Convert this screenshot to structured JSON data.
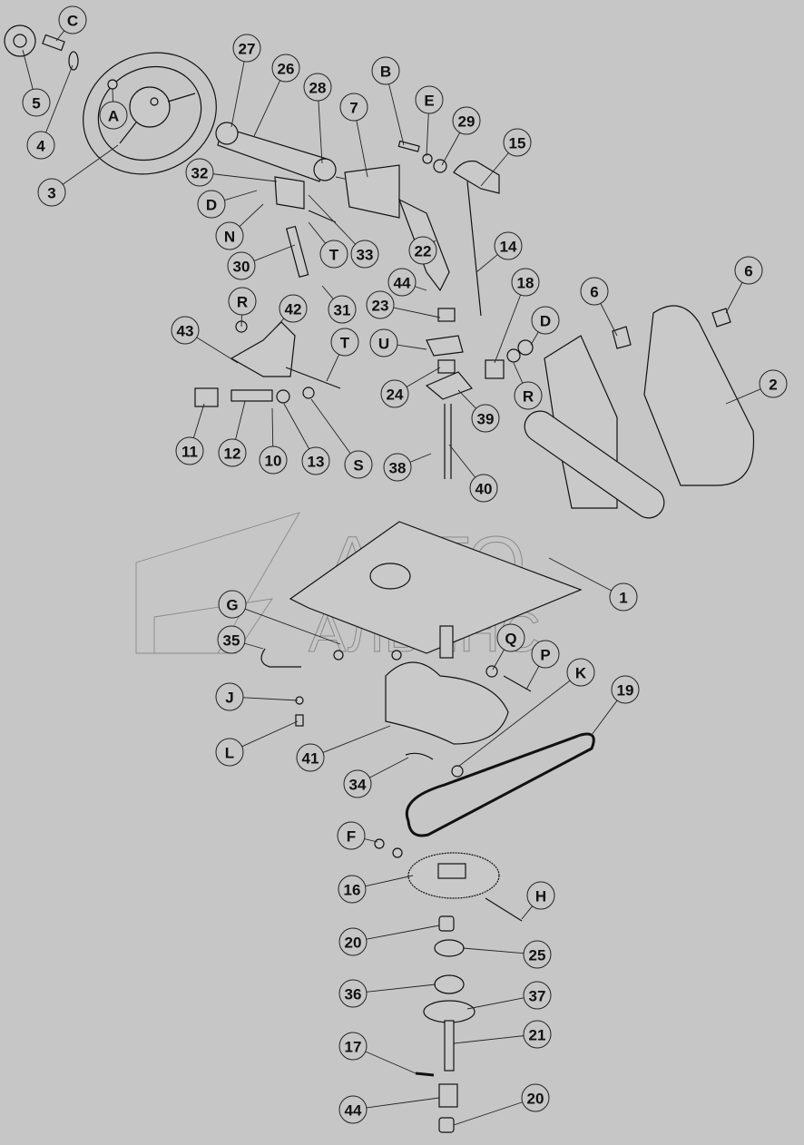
{
  "title": "Steering column assembly exploded parts diagram",
  "watermark": {
    "line1": "АВТО",
    "line2": "АЛЬЯНС"
  },
  "callouts": [
    "C",
    "5",
    "4",
    "A",
    "3",
    "27",
    "26",
    "28",
    "7",
    "B",
    "E",
    "29",
    "15",
    "32",
    "D",
    "N",
    "30",
    "T",
    "33",
    "22",
    "14",
    "31",
    "44",
    "18",
    "6",
    "6",
    "R",
    "42",
    "43",
    "23",
    "T",
    "U",
    "D",
    "2",
    "R",
    "24",
    "39",
    "11",
    "12",
    "10",
    "13",
    "S",
    "38",
    "40",
    "1",
    "G",
    "35",
    "Q",
    "P",
    "K",
    "19",
    "J",
    "L",
    "41",
    "34",
    "F",
    "16",
    "H",
    "20",
    "25",
    "36",
    "37",
    "21",
    "17",
    "44",
    "20"
  ]
}
